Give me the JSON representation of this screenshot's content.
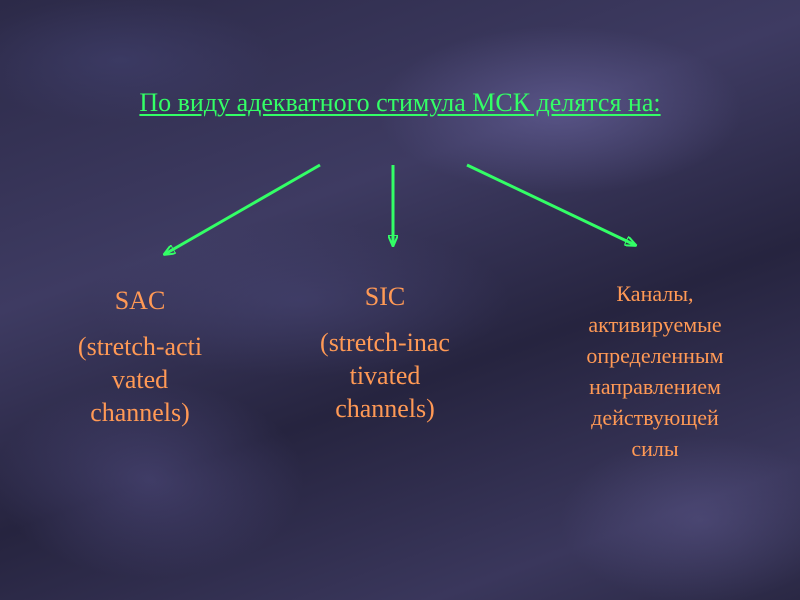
{
  "title": "По виду адекватного стимула МСК делятся на:",
  "colors": {
    "title": "#33ff66",
    "arrows": "#33ff66",
    "body_text": "#ff9955"
  },
  "categories": [
    {
      "label": "SAC",
      "description_lines": [
        "(stretch-acti",
        "vated",
        "channels)"
      ]
    },
    {
      "label": "SIC",
      "description_lines": [
        "(stretch-inac",
        "tivated",
        "channels)"
      ]
    },
    {
      "label": "",
      "description_lines": [
        "Каналы,",
        "активируемые",
        "определенным",
        "направлением",
        "действующей",
        "силы"
      ]
    }
  ]
}
